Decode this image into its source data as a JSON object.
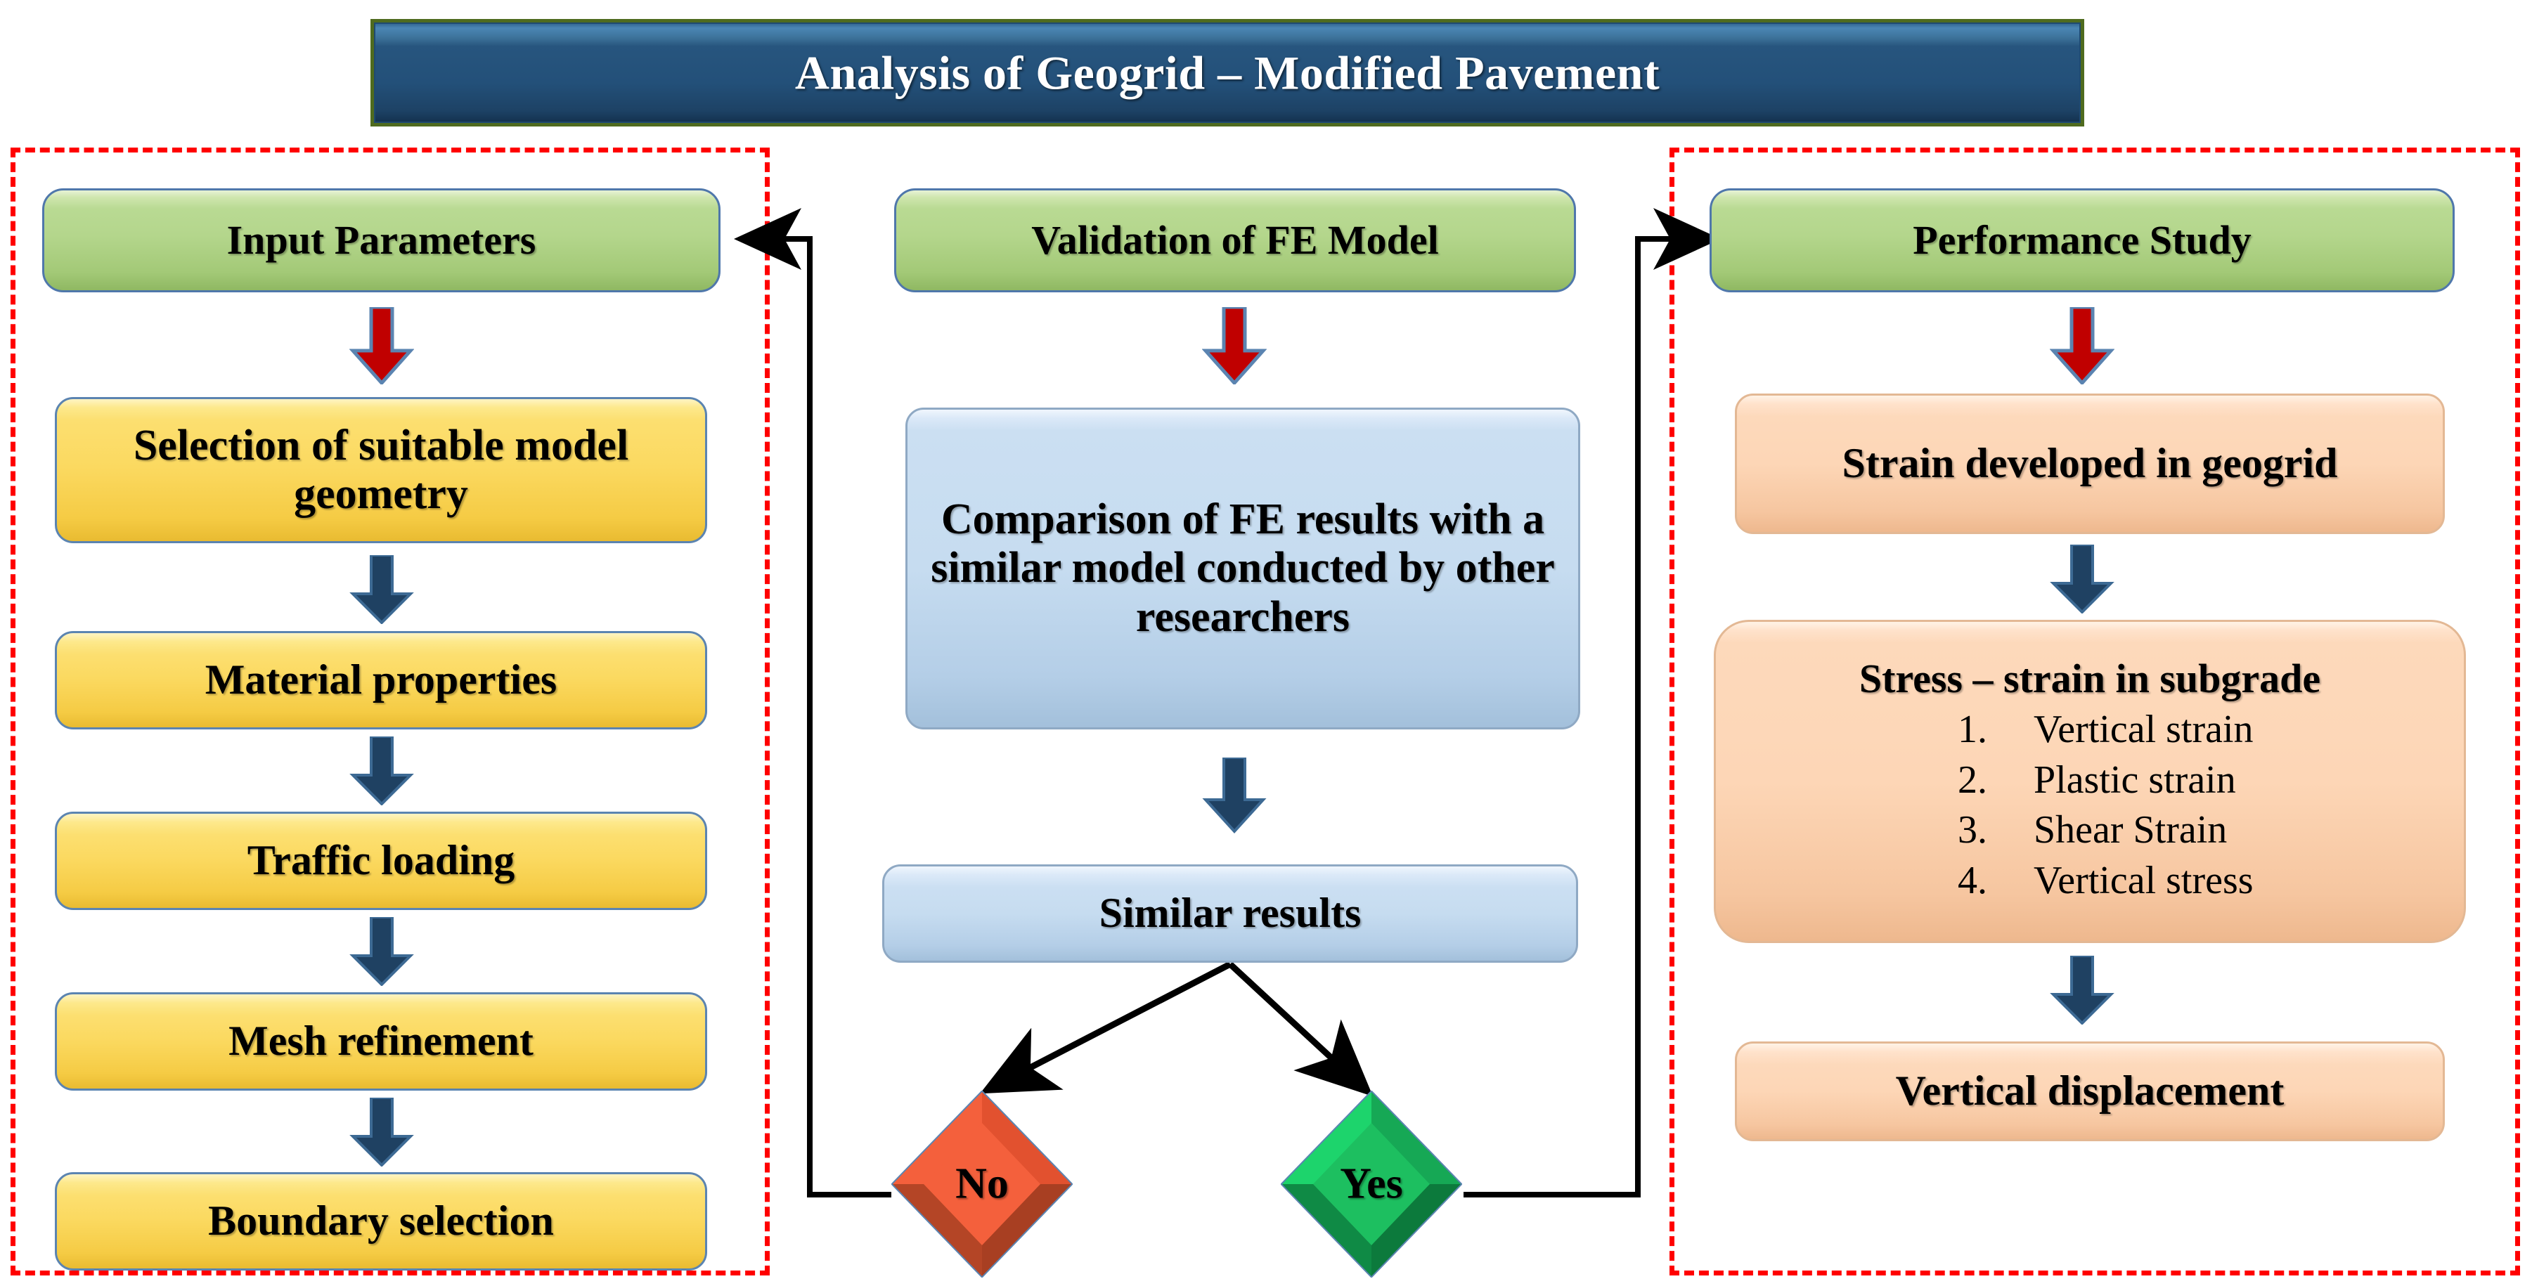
{
  "title": {
    "text": "Analysis of Geogrid – Modified Pavement"
  },
  "colors": {
    "title_bg": "#235079",
    "title_border": "#4f6b1f",
    "title_text": "#ffffff",
    "region_border": "#ff0000",
    "green_box": "#b4d68c",
    "yellow_box": "#fbd960",
    "blue_box": "#c6dcf0",
    "peach_box": "#fdd6b6",
    "red_arrow": "#c00000",
    "navy_arrow": "#1f4162",
    "no_diamond": "#f4603c",
    "yes_diamond": "#1dbf60",
    "connector": "#000000"
  },
  "left_region": {
    "header": "Input Parameters",
    "steps": [
      "Selection of suitable model geometry",
      "Material properties",
      "Traffic loading",
      "Mesh refinement",
      "Boundary selection"
    ]
  },
  "middle_region": {
    "header": "Validation of FE Model",
    "comparison": "Comparison of FE results with a similar model conducted by other researchers",
    "decision_source": "Similar results",
    "branches": [
      {
        "label": "No",
        "color": "#f4603c"
      },
      {
        "label": "Yes",
        "color": "#1dbf60"
      }
    ]
  },
  "right_region": {
    "header": "Performance Study",
    "strain_box": "Strain developed in geogrid",
    "stress_box": {
      "title": "Stress – strain in subgrade",
      "items": [
        {
          "num": "1.",
          "text": "Vertical strain"
        },
        {
          "num": "2.",
          "text": "Plastic strain"
        },
        {
          "num": "3.",
          "text": "Shear Strain"
        },
        {
          "num": "4.",
          "text": "Vertical stress"
        }
      ]
    },
    "displacement_box": "Vertical displacement"
  }
}
